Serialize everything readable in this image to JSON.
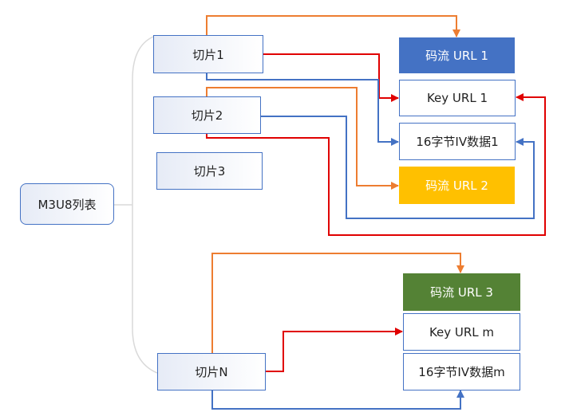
{
  "diagram": {
    "root": {
      "label": "M3U8列表"
    },
    "slices": [
      {
        "label": "切片1"
      },
      {
        "label": "切片2"
      },
      {
        "label": "切片3"
      },
      {
        "label": "切片N"
      }
    ],
    "groups": [
      {
        "stream": {
          "label": "码流 URL 1",
          "color": "#4472c4"
        },
        "key": {
          "label": "Key URL 1"
        },
        "iv": {
          "label": "16字节IV数据1"
        }
      },
      {
        "stream": {
          "label": "码流 URL 2",
          "color": "#ffc000"
        }
      },
      {
        "stream": {
          "label": "码流 URL 3",
          "color": "#548235"
        },
        "key": {
          "label": "Key URL m"
        },
        "iv": {
          "label": "16字节IV数据m"
        }
      }
    ],
    "connector_colors": {
      "stream": "#ed7d31",
      "key": "#e00000",
      "iv": "#4472c4",
      "tree": "#d9d9d9"
    }
  }
}
